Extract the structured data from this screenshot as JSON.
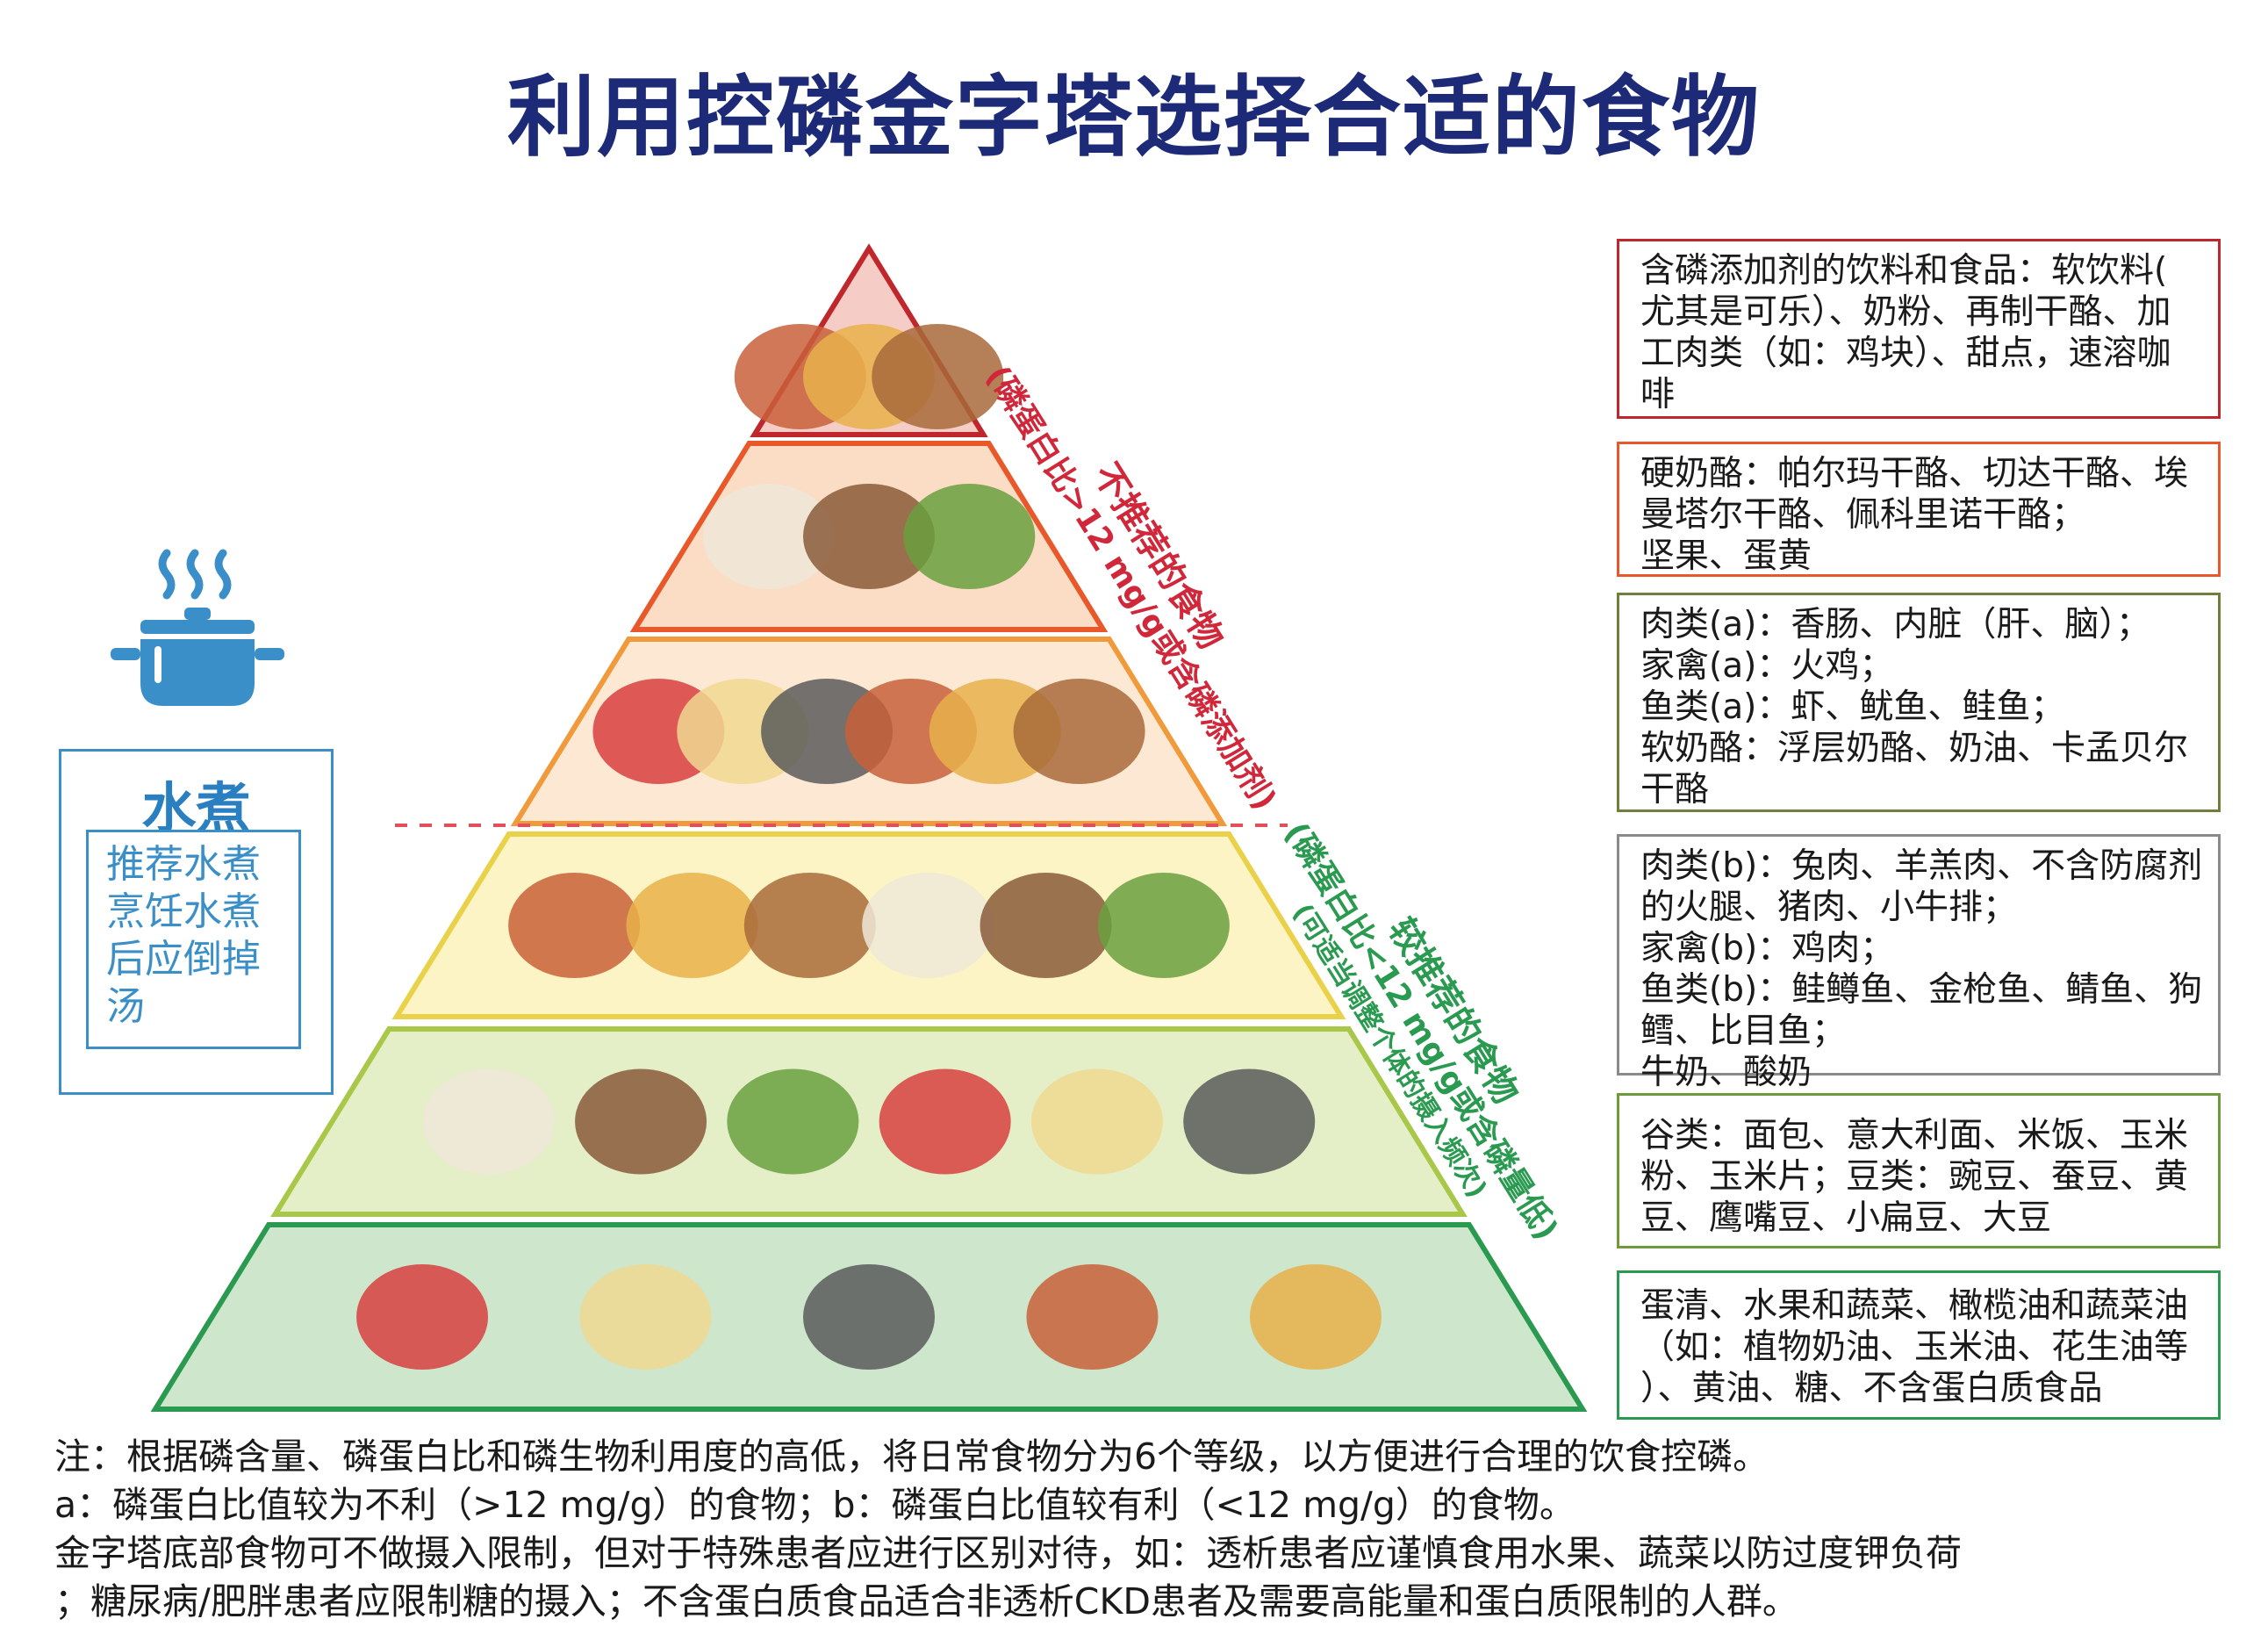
{
  "title": "利用控磷金字塔选择合适的食物",
  "left_panel": {
    "icon": "boiling-pot-icon",
    "heading": "水煮",
    "text_lines": [
      "推荐水煮",
      "烹饪水煮",
      "后应倒掉",
      "汤"
    ]
  },
  "side_labels": {
    "not_recommended": {
      "title": "不推荐的食物",
      "detail": "(磷蛋白比>12 mg/g或含磷添加剂)"
    },
    "recommended": {
      "title": "较推荐的食物",
      "detail": "(磷蛋白比<12 mg/g或含磷量低)",
      "note": "(可适当调整个体的摄入频次)"
    }
  },
  "tiers": [
    {
      "level": 1,
      "fill": "#f5cdc6",
      "border": "#c0272d",
      "foods": [
        "soda-can",
        "nuggets",
        "dessert"
      ]
    },
    {
      "level": 2,
      "fill": "#fbdcc4",
      "border": "#e8582a",
      "foods": [
        "almonds",
        "egg-yolk",
        "cheese"
      ]
    },
    {
      "level": 3,
      "fill": "#fde9d3",
      "border": "#f09a3c",
      "foods": [
        "liver",
        "fish",
        "shrimp",
        "cream",
        "sausage",
        "turkey"
      ]
    },
    {
      "level": 4,
      "fill": "#fcf4c4",
      "border": "#e9d24a",
      "foods": [
        "cow",
        "rabbit",
        "pig",
        "tuna",
        "chicken",
        "milk"
      ]
    },
    {
      "level": 5,
      "fill": "#e4efc8",
      "border": "#a9c84a",
      "foods": [
        "rice",
        "cereal",
        "bread",
        "peas",
        "snacks",
        "pasta"
      ]
    },
    {
      "level": 6,
      "fill": "#cde6cc",
      "border": "#2a9a50",
      "foods": [
        "olive-oil",
        "egg-white",
        "sugar",
        "low-protein-products",
        "vegetables-fruits"
      ]
    }
  ],
  "boxes": [
    {
      "color": "#c0272d",
      "lines": [
        "含磷添加剂的饮料和食品：软饮料(",
        "尤其是可乐）、奶粉、再制干酪、加",
        "工肉类（如：鸡块）、甜点，速溶咖",
        "啡"
      ]
    },
    {
      "color": "#e8582a",
      "lines": [
        "硬奶酪：帕尔玛干酪、切达干酪、埃",
        "曼塔尔干酪、佩科里诺干酪；",
        "坚果、蛋黄"
      ]
    },
    {
      "color": "#6f7f3c",
      "lines": [
        "肉类(a)：香肠、内脏（肝、脑）；",
        "家禽(a)：火鸡；",
        "鱼类(a)：虾、鱿鱼、鲑鱼；",
        "软奶酪：浮层奶酪、奶油、卡孟贝尔",
        "干酪"
      ]
    },
    {
      "color": "#8a8a8a",
      "lines": [
        "肉类(b)：兔肉、羊羔肉、不含防腐剂",
        "的火腿、猪肉、小牛排；",
        "家禽(b)：鸡肉；",
        "鱼类(b)：鲑鳟鱼、金枪鱼、鲭鱼、狗",
        "鳕、比目鱼；",
        "牛奶、酸奶"
      ]
    },
    {
      "color": "#6f9a3c",
      "lines": [
        "谷类：面包、意大利面、米饭、玉米",
        "粉、玉米片；豆类：豌豆、蚕豆、黄",
        "豆、鹰嘴豆、小扁豆、大豆"
      ]
    },
    {
      "color": "#2a9a50",
      "lines": [
        "蛋清、水果和蔬菜、橄榄油和蔬菜油",
        "（如：植物奶油、玉米油、花生油等",
        "）、黄油、糖、不含蛋白质食品"
      ]
    }
  ],
  "notes": [
    "注：根据磷含量、磷蛋白比和磷生物利用度的高低，将日常食物分为6个等级，以方便进行合理的饮食控磷。",
    "a：磷蛋白比值较为不利（>12 mg/g）的食物；b：磷蛋白比值较有利（<12 mg/g）的食物。",
    "金字塔底部食物可不做摄入限制，但对于特殊患者应进行区别对待，如：透析患者应谨慎食用水果、蔬菜以防过度钾负荷",
    "；糖尿病/肥胖患者应限制糖的摄入；不含蛋白质食品适合非透析CKD患者及需要高能量和蛋白质限制的人群。"
  ],
  "colors": {
    "title": "#1c2a78",
    "red": "#d0283a",
    "green": "#2a9a50",
    "blue": "#3a8fc8"
  }
}
